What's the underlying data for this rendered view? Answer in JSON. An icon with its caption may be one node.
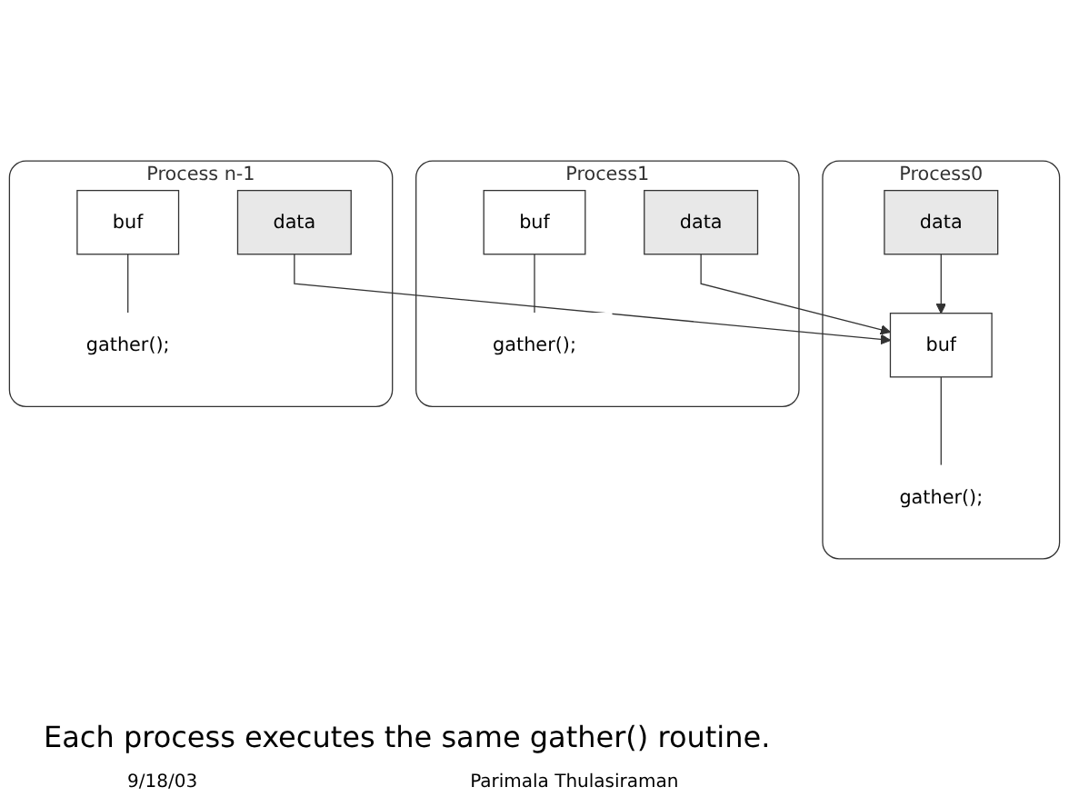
{
  "diagram": {
    "nodes": [
      {
        "text": [
          "Process0"
        ]
      },
      {
        "text": [
          "data"
        ],
        "in": 0
      },
      {
        "text": [
          "buf"
        ],
        "in": 0
      },
      {
        "text": [
          "gather();"
        ],
        "in": 0
      },
      {
        "text": [
          "Process1"
        ]
      },
      {
        "text": [
          "data"
        ],
        "in": 4
      },
      {
        "text": [
          "buf"
        ],
        "in": 4
      },
      {
        "text": [
          "gather();"
        ],
        "in": 4
      },
      {
        "text": [
          "Process n-1"
        ]
      },
      {
        "text": [
          "data"
        ],
        "in": 8
      },
      {
        "text": [
          "buf"
        ],
        "in": 8
      },
      {
        "text": [
          "gather();"
        ],
        "in": 8
      }
    ],
    "edges": [
      {
        "from": 1,
        "to": 2,
        "arrow": "to"
      },
      {
        "from": 5,
        "to": 2,
        "arrow": "to"
      },
      {
        "from": 9,
        "to": 2,
        "arrow": "to"
      },
      {
        "from": 2,
        "to": 3,
        "arrow": "none"
      },
      {
        "from": 6,
        "to": 7,
        "arrow": "none"
      },
      {
        "from": 10,
        "to": 11,
        "arrow": "none"
      }
    ],
    "labels": [
      "Each process executes the same gather() routine.",
      "9/18/03",
      "Parimala Thulasiraman"
    ]
  }
}
